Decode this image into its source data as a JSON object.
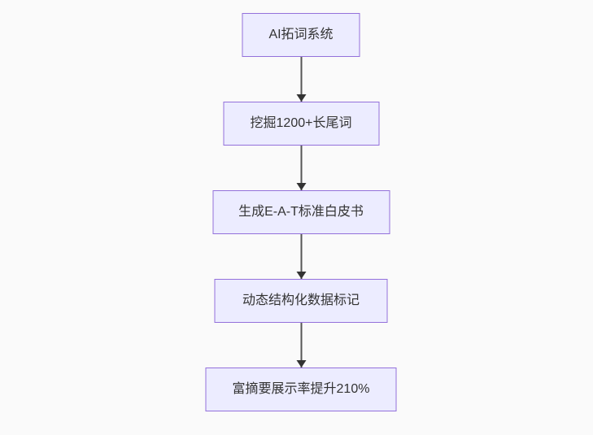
{
  "diagram": {
    "type": "flowchart",
    "direction": "top-down",
    "nodes": [
      {
        "id": "A",
        "label": "AI拓词系统"
      },
      {
        "id": "B",
        "label": "挖掘1200+长尾词"
      },
      {
        "id": "C",
        "label": "生成E-A-T标准白皮书"
      },
      {
        "id": "D",
        "label": "动态结构化数据标记"
      },
      {
        "id": "E",
        "label": "富摘要展示率提升210%"
      }
    ],
    "edges": [
      {
        "from": "A",
        "to": "B"
      },
      {
        "from": "B",
        "to": "C"
      },
      {
        "from": "C",
        "to": "D"
      },
      {
        "from": "D",
        "to": "E"
      }
    ],
    "colors": {
      "node_fill": "#ECECFF",
      "node_border": "#9370DB",
      "arrow_line": "#555555",
      "arrow_head": "#333333",
      "text": "#333333",
      "background": "#FAFAFA"
    }
  }
}
